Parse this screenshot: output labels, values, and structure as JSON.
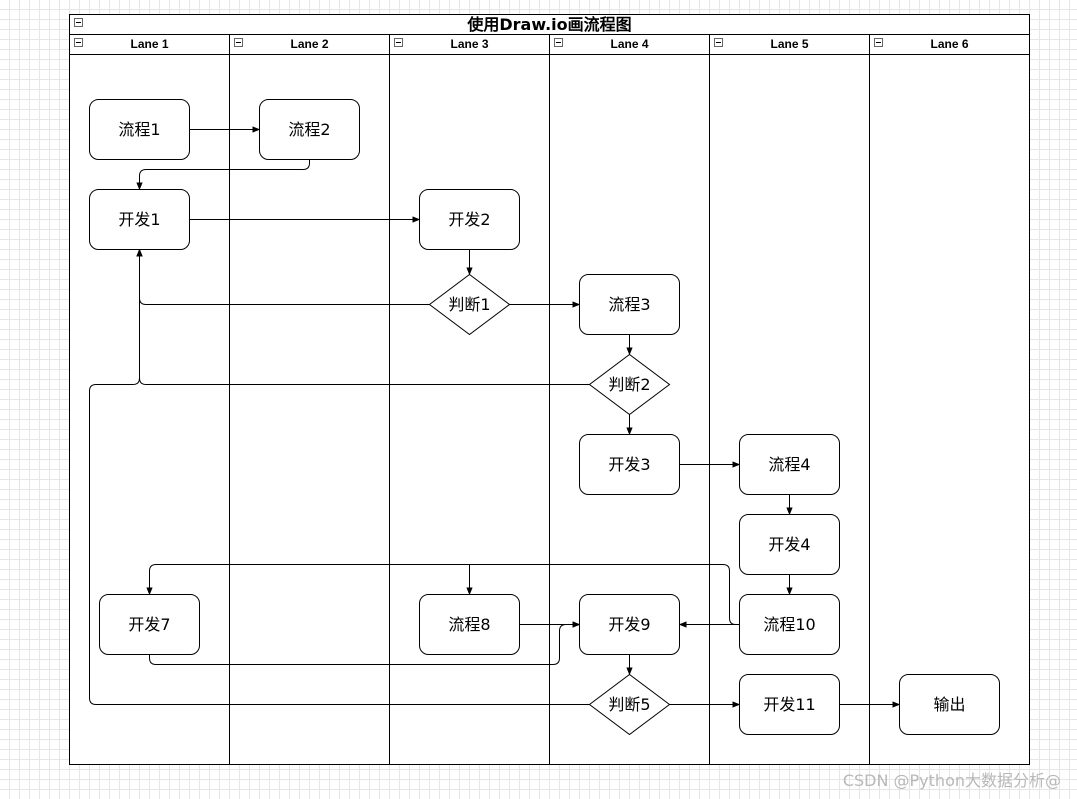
{
  "pool": {
    "title": "使用Draw.io画流程图",
    "lanes": [
      "Lane 1",
      "Lane 2",
      "Lane 3",
      "Lane 4",
      "Lane 5",
      "Lane 6"
    ]
  },
  "nodes": {
    "liucheng1": "流程1",
    "liucheng2": "流程2",
    "kaifa1": "开发1",
    "kaifa2": "开发2",
    "panduan1": "判断1",
    "liucheng3": "流程3",
    "panduan2": "判断2",
    "kaifa3": "开发3",
    "liucheng4": "流程4",
    "kaifa4": "开发4",
    "kaifa7": "开发7",
    "liucheng8": "流程8",
    "kaifa9": "开发9",
    "liucheng10": "流程10",
    "panduan5": "判断5",
    "kaifa11": "开发11",
    "shuchu": "输出"
  },
  "watermark": "CSDN @Python大数据分析@"
}
